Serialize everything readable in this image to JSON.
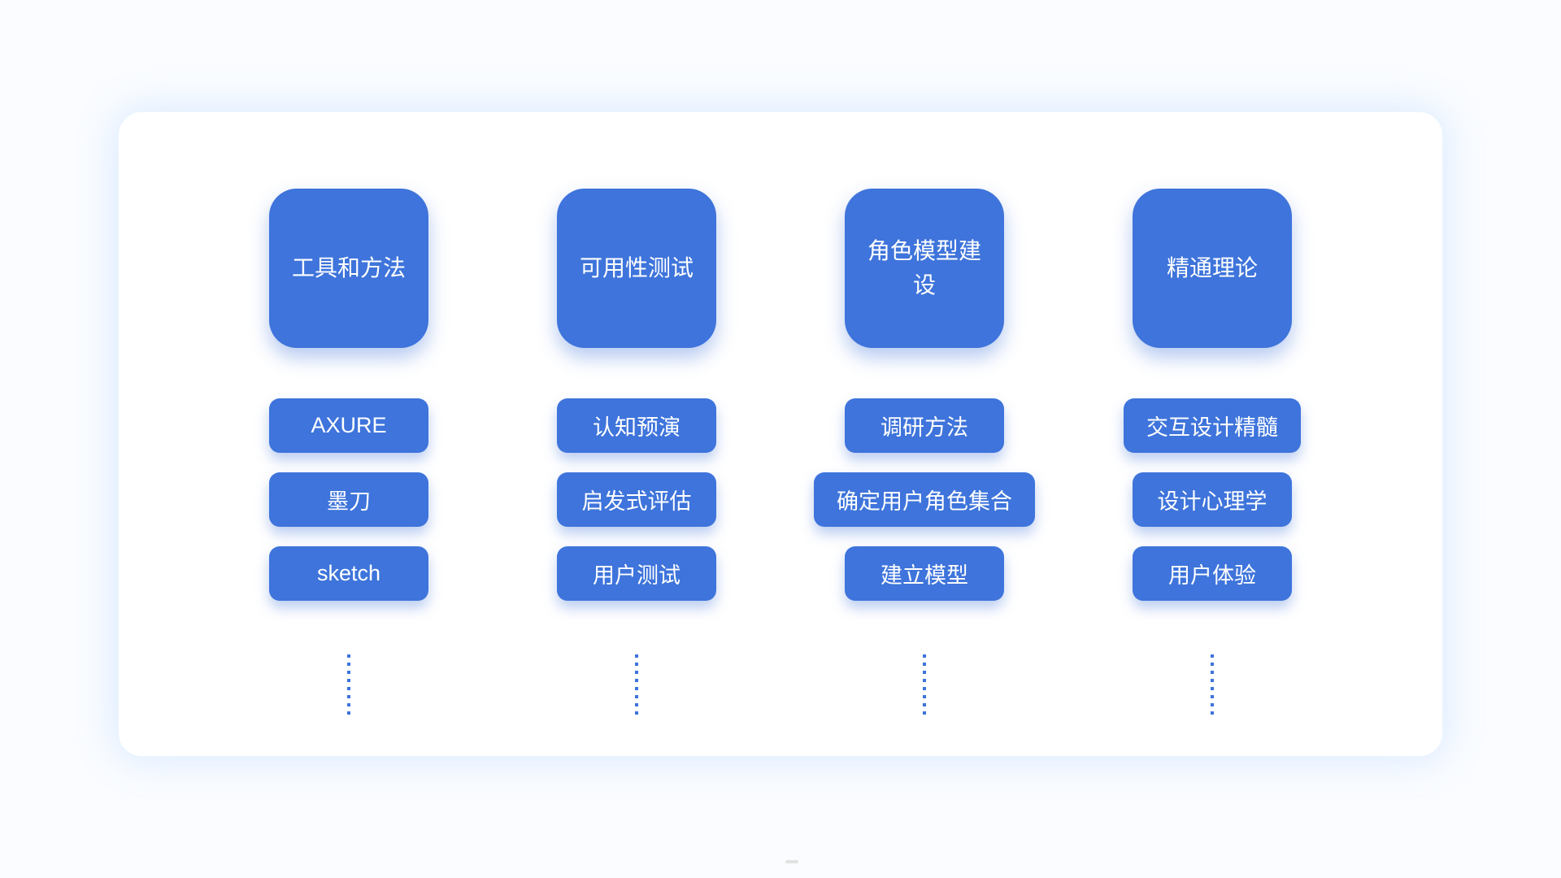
{
  "colors": {
    "accent_blue": "#3e74db",
    "card_background": "#ffffff",
    "page_background": "#fafcff",
    "card_glow": "#eaf4ff"
  },
  "columns": [
    {
      "header": "工具和方法",
      "items": [
        "AXURE",
        "墨刀",
        "sketch"
      ]
    },
    {
      "header": "可用性测试",
      "items": [
        "认知预演",
        "启发式评估",
        "用户测试"
      ]
    },
    {
      "header": "角色模型建设",
      "items": [
        "调研方法",
        "确定用户角色集合",
        "建立模型"
      ]
    },
    {
      "header": "精通理论",
      "items": [
        "交互设计精髓",
        "设计心理学",
        "用户体验"
      ]
    }
  ]
}
